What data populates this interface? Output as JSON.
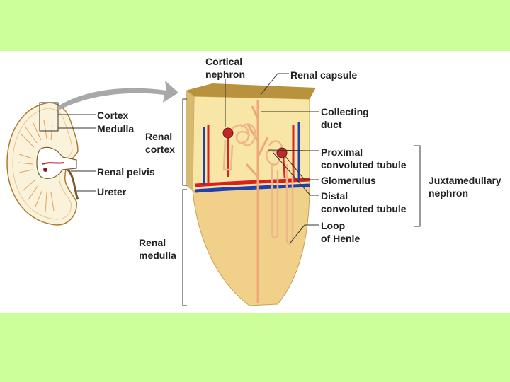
{
  "colors": {
    "background": "#ccff99",
    "panel": "#ffffff",
    "capsule": "#b8923c",
    "cortex": "#f8e6a6",
    "medulla": "#f1d189",
    "tubule": "#f0b48a",
    "artery": "#d72020",
    "vein": "#2040b0",
    "arrow": "#a8a8a8",
    "leader": "#333333"
  },
  "labels": {
    "cortical_nephron": [
      "Cortical",
      "nephron"
    ],
    "renal_capsule": "Renal capsule",
    "cortex": "Cortex",
    "medulla": "Medulla",
    "renal_cortex": [
      "Renal",
      "cortex"
    ],
    "renal_pelvis": "Renal pelvis",
    "ureter": "Ureter",
    "collecting_duct": [
      "Collecting",
      "duct"
    ],
    "proximal_tubule": [
      "Proximal",
      "convoluted tubule"
    ],
    "glomerulus": "Glomerulus",
    "distal_tubule": [
      "Distal",
      "convoluted tubule"
    ],
    "loop_of_henle": [
      "Loop",
      "of Henle"
    ],
    "juxtamedullary_nephron": [
      "Juxtamedullary",
      "nephron"
    ],
    "renal_medulla": [
      "Renal",
      "medulla"
    ]
  }
}
